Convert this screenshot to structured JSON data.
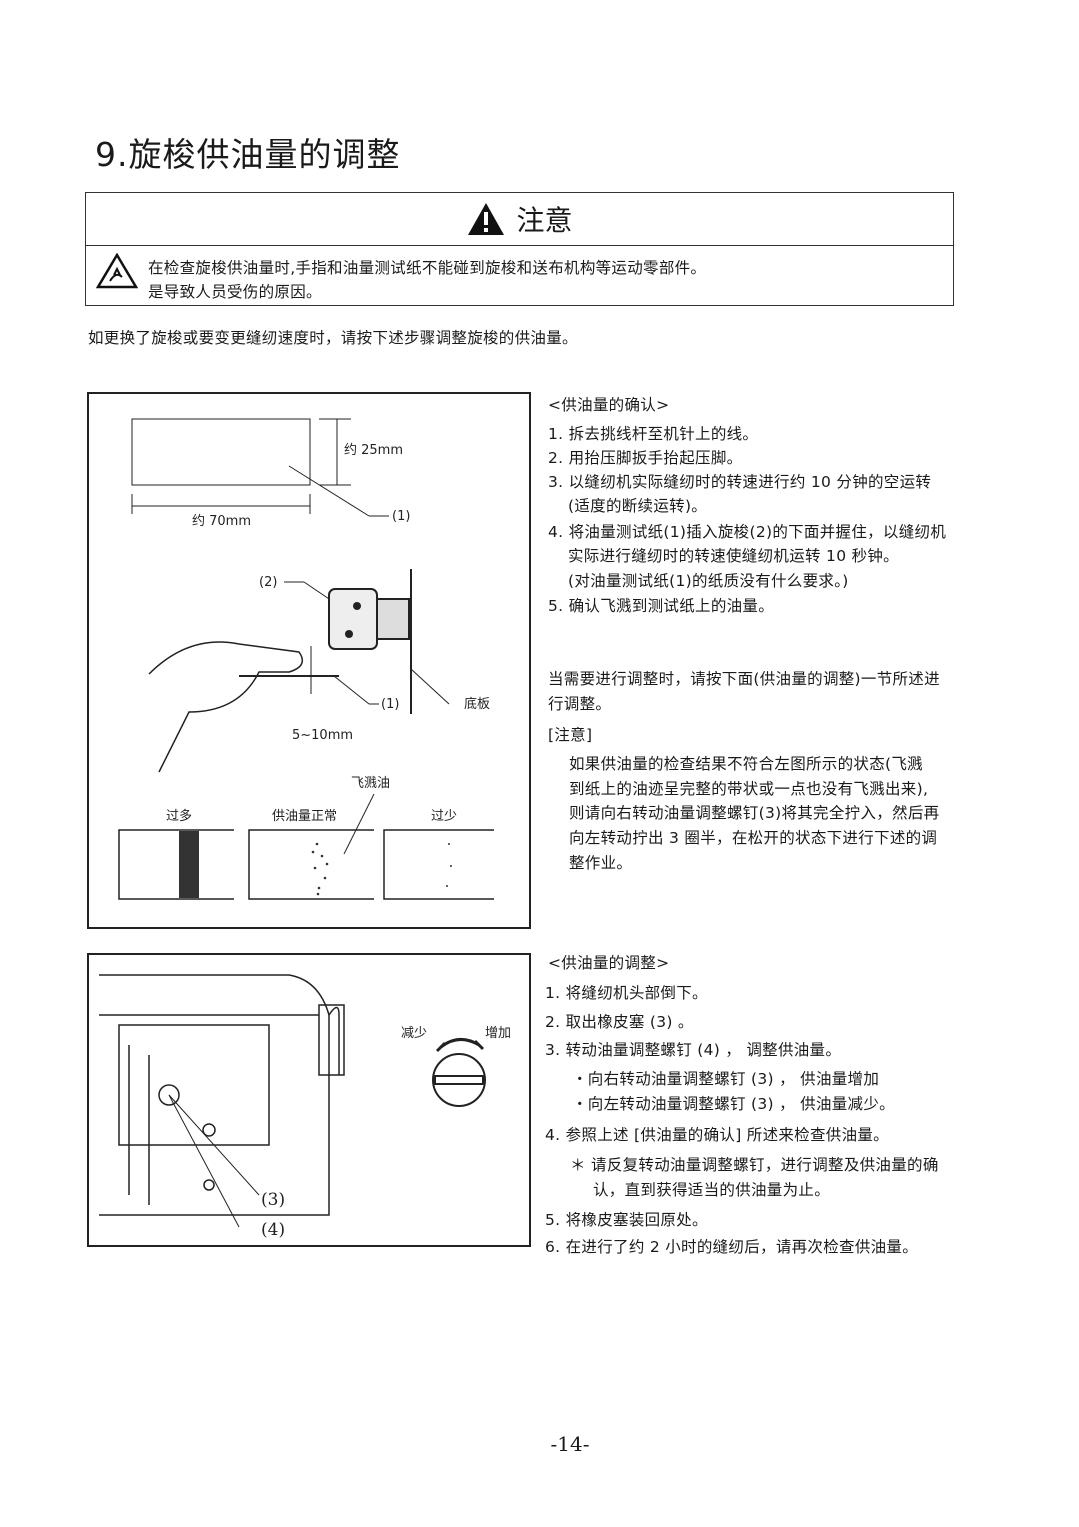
{
  "title": "9.旋梭供油量的调整",
  "caution": {
    "heading": "注意",
    "lines": [
      "在检查旋梭供油量时,手指和油量测试纸不能碰到旋梭和送布机构等运动零部件。",
      "是导致人员受伤的原因。"
    ]
  },
  "intro": "如更换了旋梭或要变更缝纫速度时，请按下述步骤调整旋梭的供油量。",
  "figure1": {
    "dim_height": "约 25mm",
    "dim_width": "约 70mm",
    "label_1a": "(1)",
    "label_2": "(2)",
    "label_1b": "(1)",
    "base_plate": "底板",
    "gap": "5~10mm",
    "spatter": "飞溅油",
    "too_much": "过多",
    "normal": "供油量正常",
    "too_little": "过少"
  },
  "figure2": {
    "decrease": "减少",
    "increase": "增加",
    "label_3": "(3)",
    "label_4": "(4)"
  },
  "confirm": {
    "heading": "<供油量的确认>",
    "lines": [
      "1. 拆去挑线杆至机针上的线。",
      "2. 用抬压脚扳手抬起压脚。",
      "3. 以缝纫机实际缝纫时的转速进行约  10  分钟的空运转",
      "(适度的断续运转)。",
      "4. 将油量测试纸(1)插入旋梭(2)的下面并握住，以缝纫机",
      "实际进行缝纫时的转速使缝纫机运转 10  秒钟。",
      "(对油量测试纸(1)的纸质没有什么要求。)",
      "5. 确认飞溅到测试纸上的油量。"
    ],
    "adjust_note": [
      "当需要进行调整时，请按下面(供油量的调整)一节所述进",
      "行调整。"
    ],
    "note_heading": "[注意]",
    "note_lines": [
      "如果供油量的检查结果不符合左图所示的状态(飞溅",
      "到纸上的油迹呈完整的带状或一点也没有飞溅出来),",
      "则请向右转动油量调整螺钉(3)将其完全拧入，然后再",
      "向左转动拧出 3 圈半，在松开的状态下进行下述的调",
      "整作业。"
    ]
  },
  "adjust": {
    "heading": "<供油量的调整>",
    "lines": [
      "1. 将缝纫机头部倒下。",
      "2. 取出橡皮塞 (3) 。",
      "3. 转动油量调整螺钉 (4) ， 调整供油量。",
      "・向右转动油量调整螺钉 (3) ， 供油量增加",
      "・向左转动油量调整螺钉 (3) ， 供油量减少。",
      "4. 参照上述 [供油量的确认] 所述来检查供油量。",
      "＊ 请反复转动油量调整螺钉，进行调整及供油量的确",
      "认，直到获得适当的供油量为止。",
      "5. 将橡皮塞装回原处。",
      "6. 在进行了约 2 小时的缝纫后，请再次检查供油量。"
    ]
  },
  "page_number": "-14-"
}
